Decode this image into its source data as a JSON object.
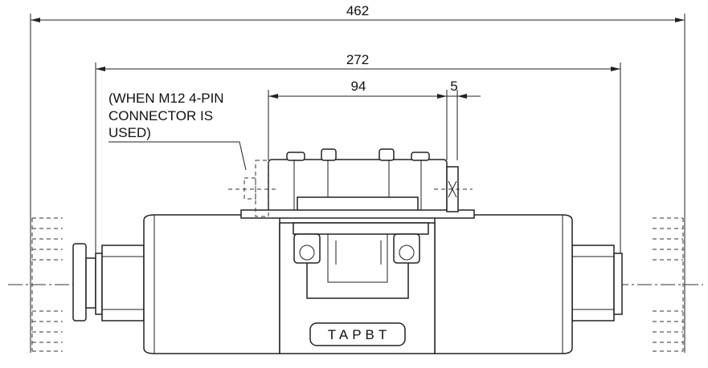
{
  "dimensions": {
    "overall": "462",
    "solenoid_span": "272",
    "connector_width": "94",
    "connector_offset": "5"
  },
  "note": {
    "line1": "(WHEN M12 4-PIN",
    "line2": "CONNECTOR IS",
    "line3": "USED)"
  },
  "port_label": "TAPBT"
}
